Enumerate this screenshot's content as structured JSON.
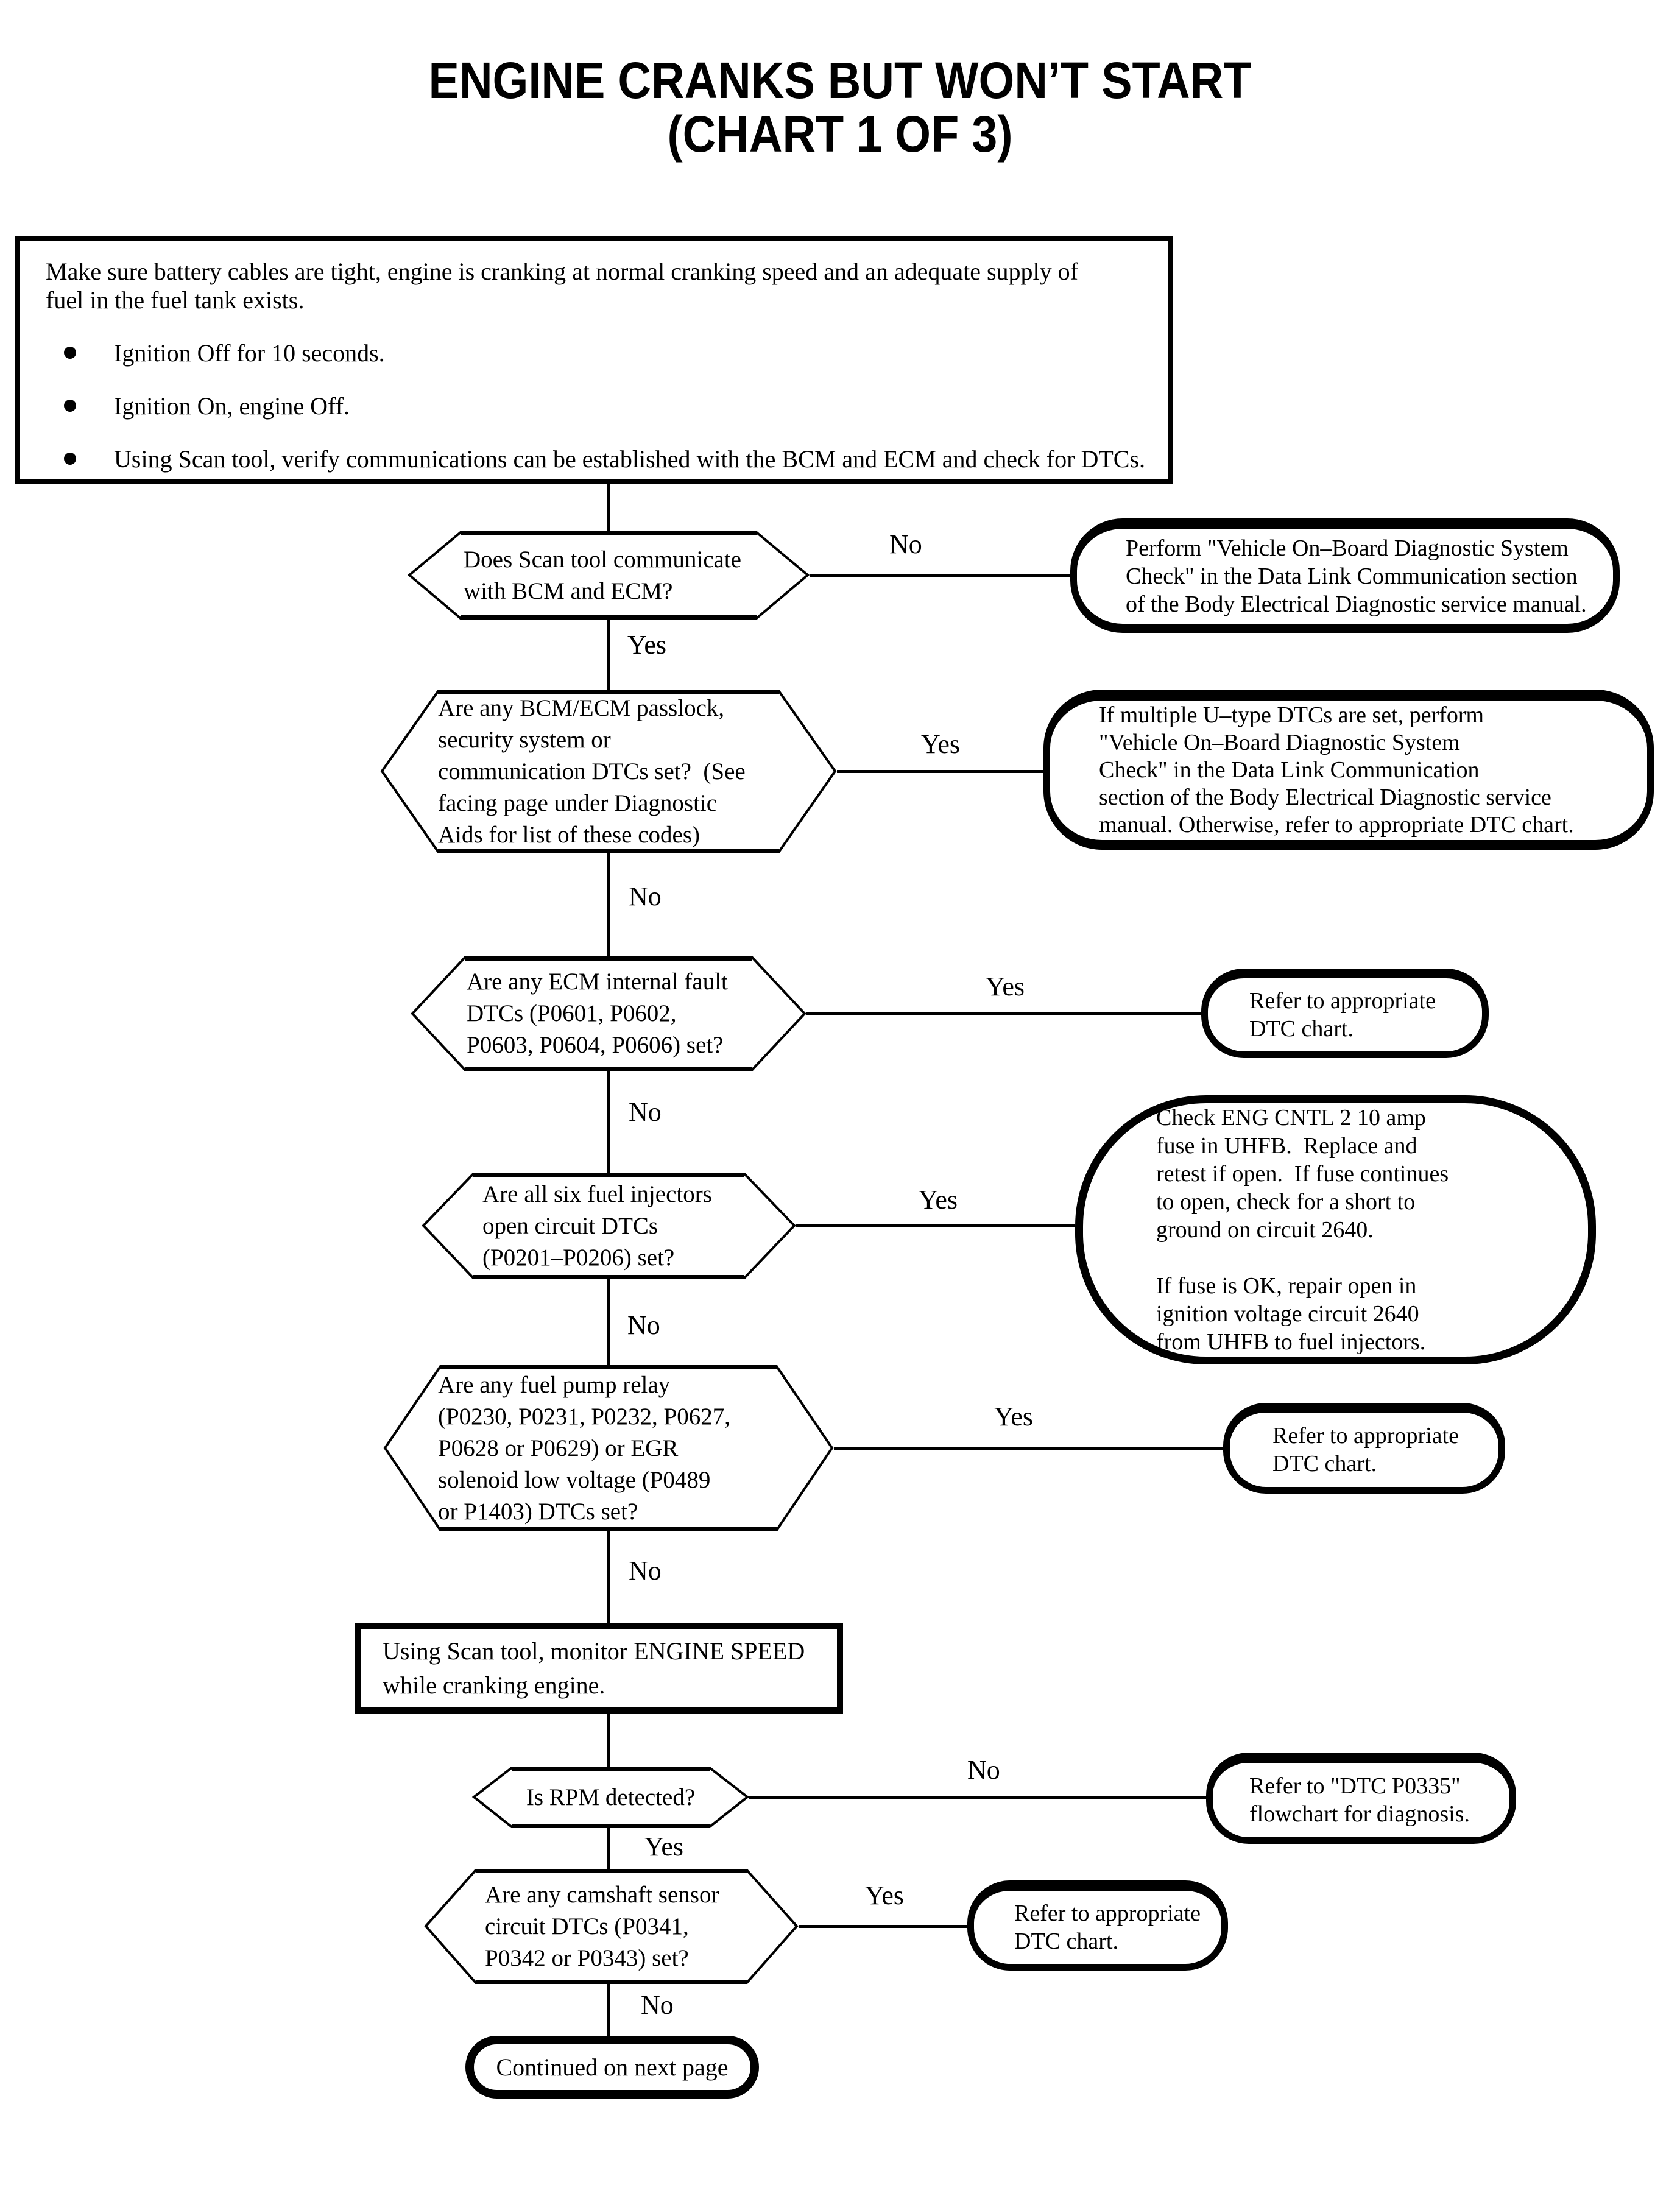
{
  "title": {
    "line1": "ENGINE CRANKS BUT WON’T START",
    "line2": "(CHART 1 OF 3)"
  },
  "colors": {
    "ink": "#000000",
    "paper": "#ffffff"
  },
  "intro": {
    "paragraph": "Make sure battery cables are tight, engine is cranking at normal cranking speed and an adequate supply of\nfuel in the fuel tank exists.",
    "bullets": [
      "Ignition Off for 10 seconds.",
      "Ignition On, engine Off.",
      "Using Scan tool, verify communications can be established with the BCM and ECM and check for DTCs."
    ]
  },
  "decisions": {
    "d1": {
      "question": "Does Scan tool communicate\nwith BCM and ECM?",
      "branch_label": "No",
      "continue_label": "Yes",
      "result": "Perform \"Vehicle On–Board Diagnostic System\nCheck\" in the Data Link Communication section\nof the Body Electrical Diagnostic service manual."
    },
    "d2": {
      "question": "Are any BCM/ECM passlock,\nsecurity system or\ncommunication DTCs set?  (See\nfacing page under Diagnostic\nAids for list of these codes)",
      "branch_label": "Yes",
      "continue_label": "No",
      "result": "If multiple U–type DTCs are set, perform\n\"Vehicle On–Board Diagnostic System\nCheck\" in the Data Link Communication\nsection of the Body Electrical Diagnostic service\nmanual. Otherwise, refer to appropriate DTC chart."
    },
    "d3": {
      "question": "Are any ECM internal fault\nDTCs (P0601, P0602,\nP0603, P0604, P0606) set?",
      "branch_label": "Yes",
      "continue_label": "No",
      "result": "Refer to appropriate\nDTC chart."
    },
    "d4": {
      "question": "Are all six fuel injectors\nopen circuit DTCs\n(P0201–P0206) set?",
      "branch_label": "Yes",
      "continue_label": "No",
      "result": "Check ENG CNTL 2 10 amp\nfuse in UHFB.  Replace and\nretest if open.  If fuse continues\nto open, check for a short to\nground on circuit 2640.\n\nIf fuse is OK, repair open in\nignition voltage circuit 2640\nfrom UHFB to fuel injectors."
    },
    "d5": {
      "question": "Are any fuel pump relay\n(P0230, P0231, P0232, P0627,\nP0628 or P0629) or EGR\nsolenoid low voltage (P0489\nor P1403) DTCs set?",
      "branch_label": "Yes",
      "continue_label": "No",
      "result": "Refer to appropriate\nDTC chart."
    },
    "d6": {
      "question": "Is RPM detected?",
      "branch_label": "No",
      "continue_label": "Yes",
      "result": "Refer to \"DTC P0335\"\nflowchart for diagnosis."
    },
    "d7": {
      "question": "Are any camshaft sensor\ncircuit DTCs (P0341,\nP0342 or P0343) set?",
      "branch_label": "Yes",
      "continue_label": "No",
      "result": "Refer to appropriate\nDTC chart."
    }
  },
  "process": {
    "text": "Using Scan tool, monitor ENGINE SPEED\nwhile cranking engine."
  },
  "terminal": {
    "text": "Continued on next page"
  }
}
